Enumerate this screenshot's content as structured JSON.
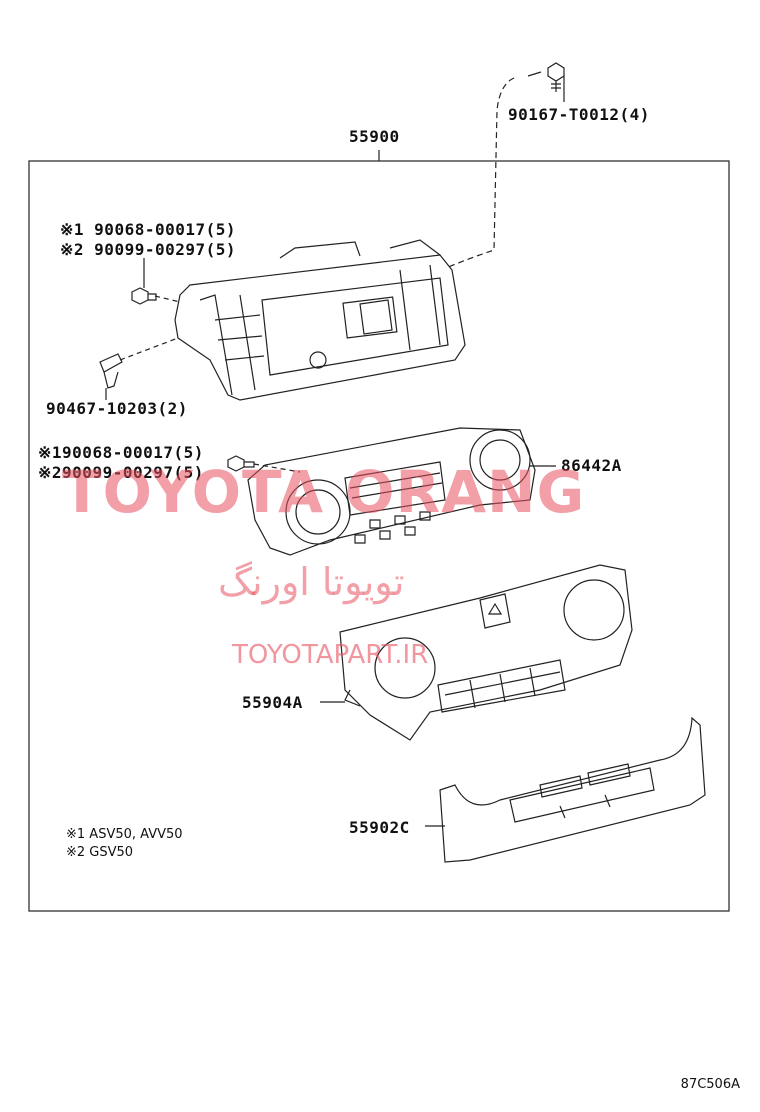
{
  "assembly_number": "55900",
  "screw_top": "90167-T0012(4)",
  "bracket_screw_1": "※1 90068-00017(5)",
  "bracket_screw_2": "※2 90099-00297(5)",
  "clip": "90467-10203(2)",
  "panel_screw_1": "※190068-00017(5)",
  "panel_screw_2": "※290099-00297(5)",
  "control_panel": "86442A",
  "cover_panel": "55904A",
  "bezel": "55902C",
  "notes": [
    "※1  ASV50, AVV50",
    "※2  GSV50"
  ],
  "watermark": {
    "main": "TOYOTA ORANG",
    "persian": "تویوتا اورنگ",
    "url": "TOYOTAPART.IR"
  },
  "diagram_code": "87C506A"
}
